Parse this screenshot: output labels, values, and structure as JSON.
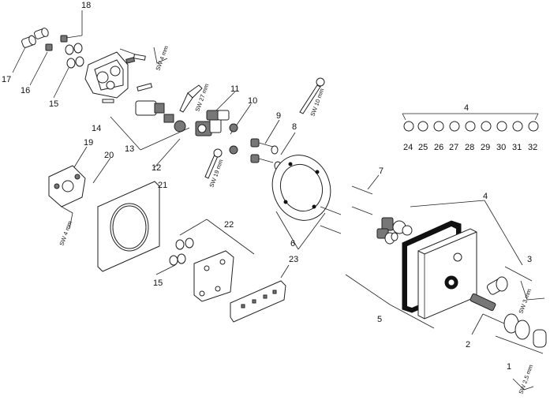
{
  "labels": {
    "l1": "1",
    "l2": "2",
    "l3": "3",
    "l4a": "4",
    "l4b": "4",
    "l5": "5",
    "l6": "6",
    "l7": "7",
    "l8": "8",
    "l9": "9",
    "l10": "10",
    "l11": "11",
    "l12": "12",
    "l13": "13",
    "l14": "14",
    "l15a": "15",
    "l15b": "15",
    "l16": "16",
    "l17": "17",
    "l18": "18",
    "l19": "19",
    "l20": "20",
    "l21": "21",
    "l22": "22",
    "l23": "23",
    "l24": "24",
    "l25": "25",
    "l26": "26",
    "l27": "27",
    "l28": "28",
    "l29": "29",
    "l30": "30",
    "l31": "31",
    "l32": "32"
  },
  "tools": {
    "sw4_top": "SW 4 mm",
    "sw27": "SW 27 mm",
    "sw10": "SW 10 mm",
    "sw19": "SW 19 mm",
    "sw4_left": "SW 4 mm",
    "sw3": "SW 3 mm",
    "sw25": "SW 2,5 mm"
  }
}
